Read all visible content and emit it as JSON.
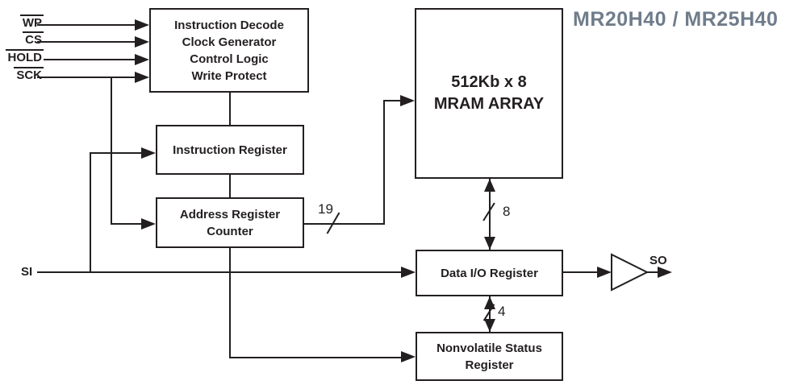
{
  "title": {
    "text": "MR20H40 / MR25H40"
  },
  "colors": {
    "line": "#231f20",
    "title": "#6f7d8b",
    "background": "#ffffff"
  },
  "signals": {
    "inputs": [
      {
        "name": "WP",
        "overline": true
      },
      {
        "name": "CS",
        "overline": true
      },
      {
        "name": "HOLD",
        "overline": true
      },
      {
        "name": "SCK",
        "overline": true
      }
    ],
    "serial_in": "SI",
    "serial_out": "SO"
  },
  "blocks": {
    "control_logic": {
      "lines": [
        "Instruction Decode",
        "Clock Generator",
        "Control Logic",
        "Write Protect"
      ]
    },
    "instruction_register": {
      "label": "Instruction Register"
    },
    "address_register_counter": {
      "lines": [
        "Address Register",
        "Counter"
      ]
    },
    "mram_array": {
      "lines": [
        "512Kb x 8",
        "MRAM ARRAY"
      ]
    },
    "data_io_register": {
      "label": "Data I/O Register"
    },
    "nonvolatile_status_register": {
      "lines": [
        "Nonvolatile Status",
        "Register"
      ]
    }
  },
  "bus_widths": {
    "address_bus": "19",
    "data_bus": "8",
    "status_bus": "4"
  }
}
